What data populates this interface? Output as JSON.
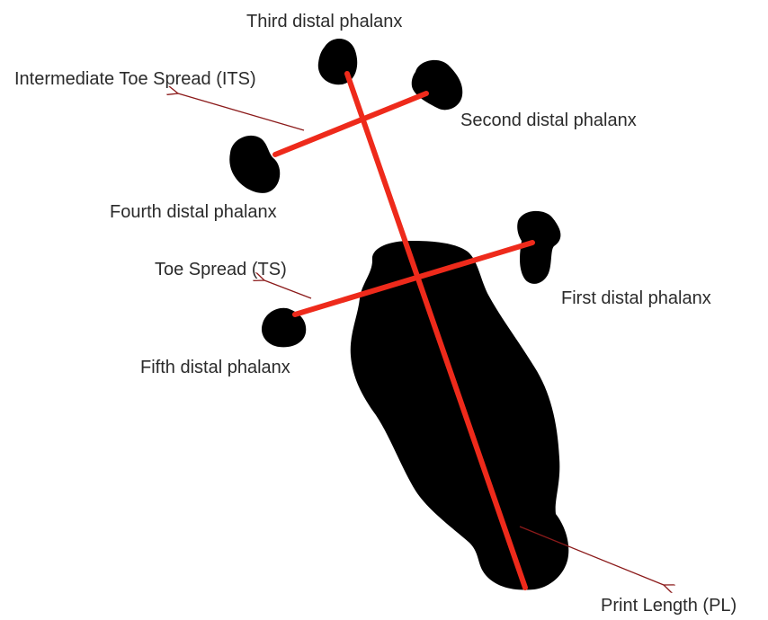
{
  "labels": {
    "third_distal_phalanx": "Third distal phalanx",
    "intermediate_toe_spread": "Intermediate Toe Spread (ITS)",
    "second_distal_phalanx": "Second distal phalanx",
    "fourth_distal_phalanx": "Fourth distal phalanx",
    "toe_spread": "Toe Spread (TS)",
    "first_distal_phalanx": "First distal phalanx",
    "fifth_distal_phalanx": "Fifth distal phalanx",
    "print_length": "Print Length (PL)"
  },
  "colors": {
    "print_fill": "#000000",
    "measurement_line": "#ee2a1b",
    "pointer_arrow": "#8b1a1a",
    "label_text": "#2b2b2b",
    "background": "#ffffff"
  }
}
